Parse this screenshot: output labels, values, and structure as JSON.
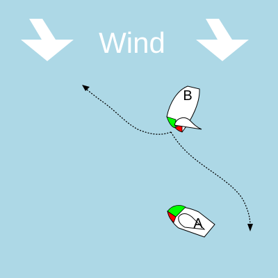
{
  "wind": {
    "label": "Wind",
    "arrow_icon": "wind-arrow-icon"
  },
  "boats": [
    {
      "id": "B",
      "label": "B"
    },
    {
      "id": "A",
      "label": "A"
    }
  ],
  "colors": {
    "water": "#add8e6",
    "wind_arrow": "#ffffff",
    "hull": "#ffffff",
    "outline": "#000000",
    "starboard": "#00ff00",
    "port": "#ff0000",
    "track": "#000000"
  }
}
